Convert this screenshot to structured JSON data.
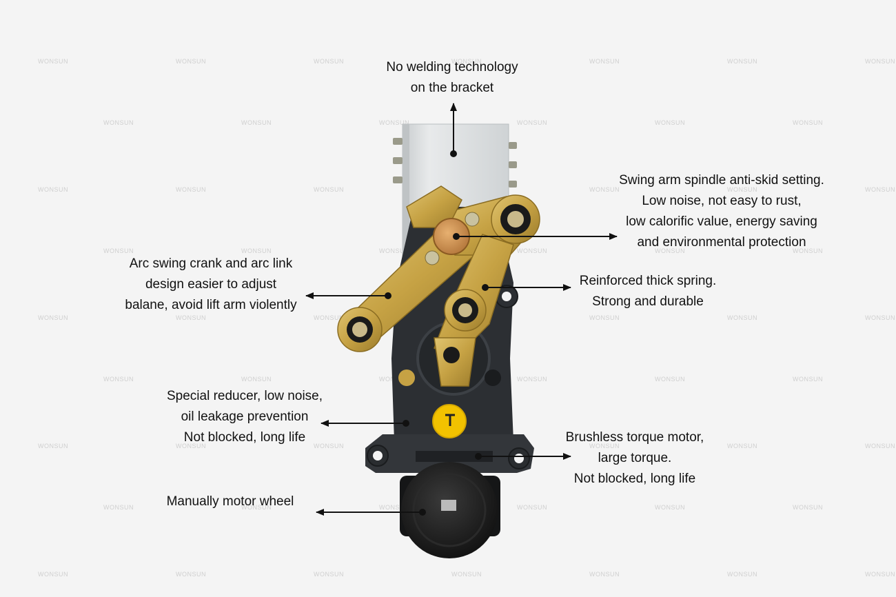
{
  "watermark": {
    "text": "WONSUN"
  },
  "callouts": {
    "bracket": [
      "No welding technology",
      "on the bracket"
    ],
    "spindle": [
      "Swing arm spindle anti-skid setting.",
      "Low noise, not easy to rust,",
      "low calorific value, energy saving",
      "and environmental protection"
    ],
    "crank": [
      "Arc swing crank and arc link",
      "design easier to adjust",
      "balane, avoid lift arm violently"
    ],
    "spring": [
      "Reinforced thick spring.",
      "Strong and durable"
    ],
    "reducer": [
      "Special reducer, low noise,",
      "oil leakage prevention",
      "Not blocked, long life"
    ],
    "motor": [
      "Brushless torque motor,",
      "large torque.",
      "Not blocked, long life"
    ],
    "wheel": [
      "Manually motor wheel"
    ]
  },
  "colors": {
    "background": "#f4f4f4",
    "arrow": "#111111",
    "brass": "#c9a84a",
    "housing": "#2c2f33",
    "bracket": "#dcdfe1",
    "badge": "#f2c200"
  }
}
